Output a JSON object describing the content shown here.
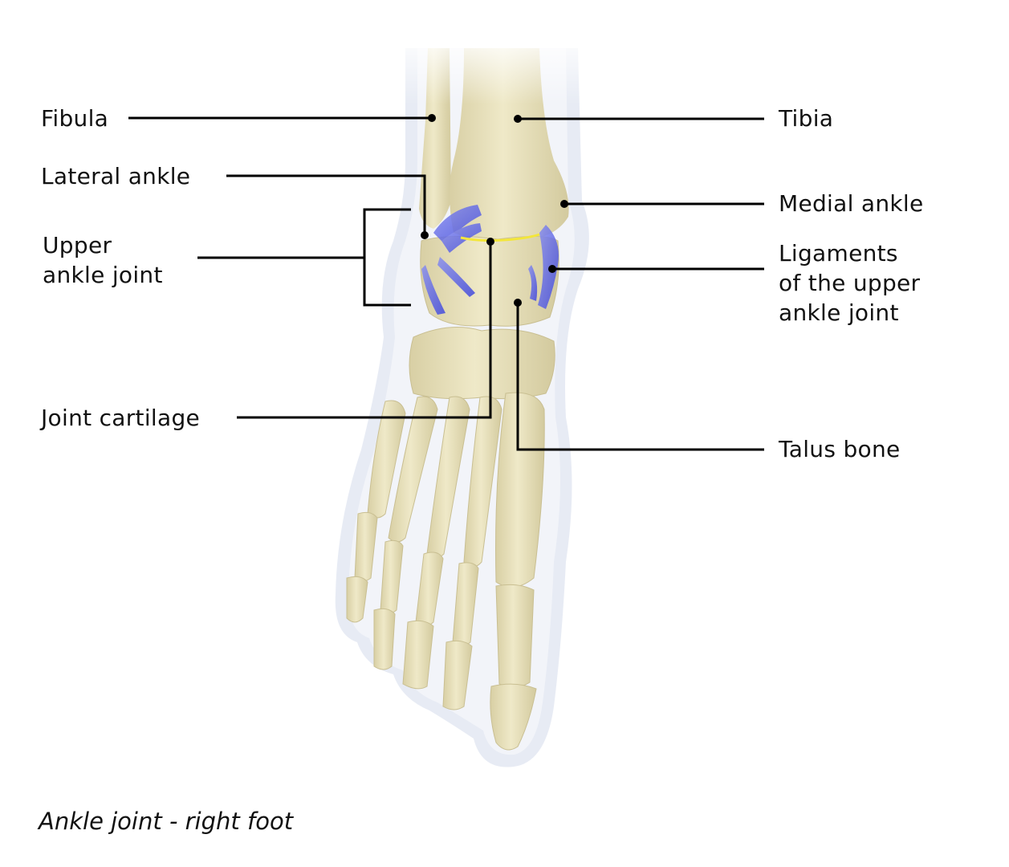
{
  "diagram": {
    "title": "Ankle joint - right foot",
    "colors": {
      "bone": "#ebe4bf",
      "bone_shadow": "#cfc69a",
      "skin": "#dfe4ef",
      "ligament": "#5b64e6",
      "cartilage": "#f3e63a",
      "leader_line": "#000000",
      "text": "#111111"
    },
    "labels_left": [
      {
        "id": "fibula",
        "text": "Fibula"
      },
      {
        "id": "lateral-ankle",
        "text": "Lateral ankle"
      },
      {
        "id": "upper-ankle-joint",
        "text": "Upper\nankle joint"
      },
      {
        "id": "joint-cartilage",
        "text": "Joint cartilage"
      }
    ],
    "labels_right": [
      {
        "id": "tibia",
        "text": "Tibia"
      },
      {
        "id": "medial-ankle",
        "text": "Medial ankle"
      },
      {
        "id": "ligaments-upper-ankle-joint",
        "text": "Ligaments\nof the upper\nankle joint"
      },
      {
        "id": "talus-bone",
        "text": "Talus bone"
      }
    ]
  }
}
